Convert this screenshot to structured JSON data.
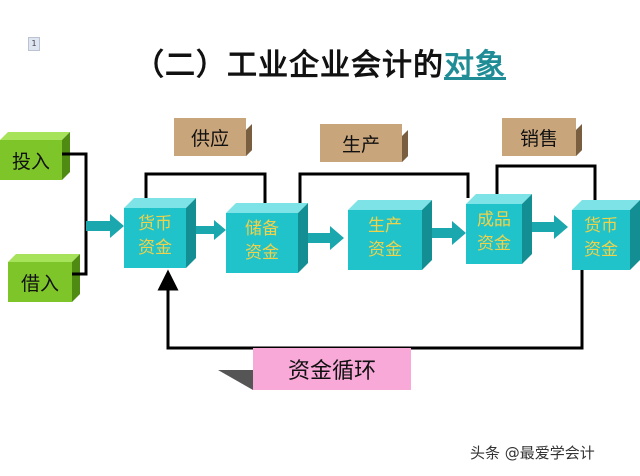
{
  "slide": {
    "page_number": "1",
    "title_main": "（二）工业企业会计的",
    "title_highlight": "对象"
  },
  "sources": [
    {
      "label": "投入"
    },
    {
      "label": "借入"
    }
  ],
  "stages": [
    {
      "label": "供应"
    },
    {
      "label": "生产"
    },
    {
      "label": "销售"
    }
  ],
  "funds": [
    {
      "line1": "货币",
      "line2": "资金"
    },
    {
      "line1": "储备",
      "line2": "资金"
    },
    {
      "line1": "生产",
      "line2": "资金"
    },
    {
      "line1": "成品",
      "line2": "资金"
    },
    {
      "line1": "货币",
      "line2": "资金"
    }
  ],
  "cycle_label": "资金循环",
  "watermark": "头条 @最爱学会计",
  "colors": {
    "fund_box": "#1fc3c9",
    "fund_text": "#f0d24a",
    "source_box": "#7ec52a",
    "stage_box": "#c9a57c",
    "cycle_box": "#f8a9d8",
    "title_highlight": "#1f8c96",
    "arrow": "#1aa7ad"
  }
}
